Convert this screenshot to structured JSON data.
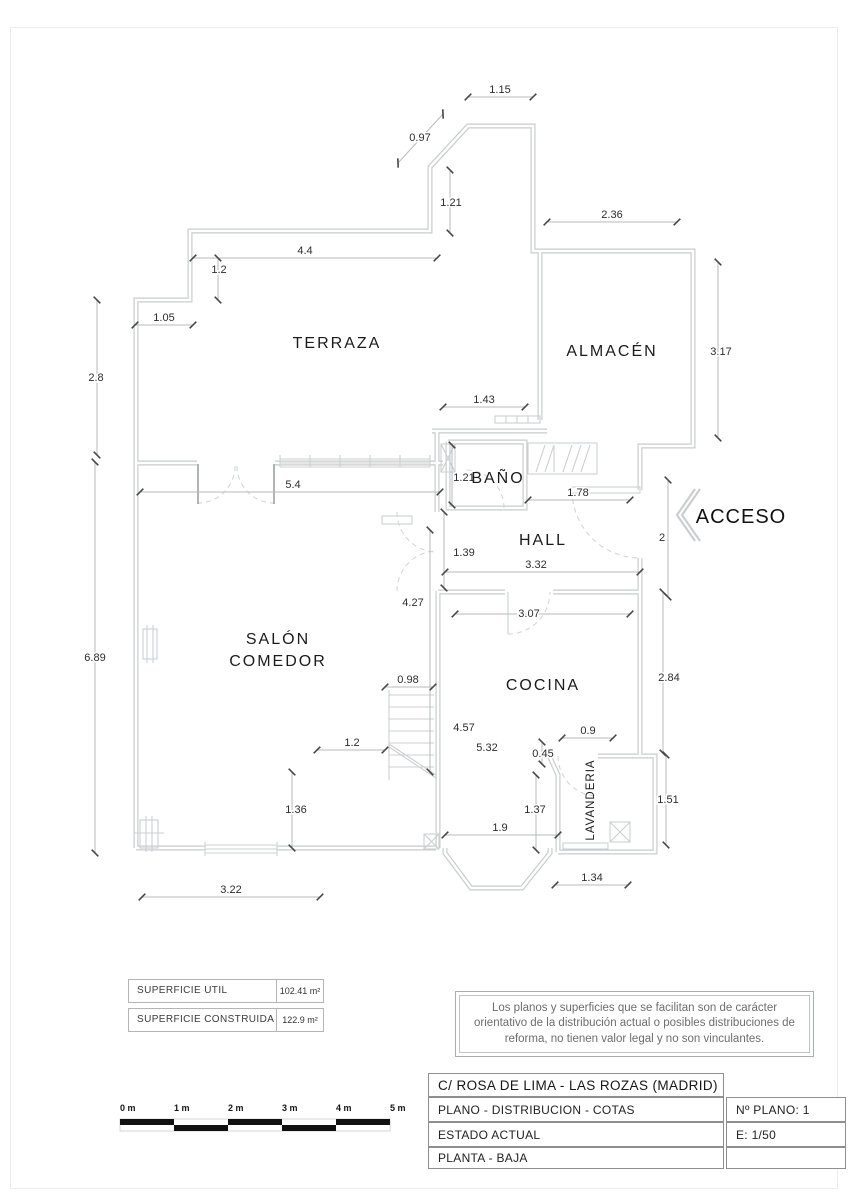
{
  "plan": {
    "rooms": {
      "terraza": "TERRAZA",
      "almacen": "ALMACÉN",
      "bano": "BAÑO",
      "hall": "HALL",
      "acceso": "ACCESO",
      "salon_line1": "SALÓN",
      "salon_line2": "COMEDOR",
      "cocina": "COCINA",
      "lavanderia": "LAVANDERIA"
    },
    "dims": [
      "1.15",
      "0.97",
      "1.21",
      "2.36",
      "4.4",
      "1.2",
      "1.05",
      "2.8",
      "3.17",
      "1.43",
      "1.21",
      "1.78",
      "2",
      "5.4",
      "1.39",
      "3.32",
      "4.27",
      "3.07",
      "6.89",
      "0.98",
      "2.84",
      "4.57",
      "5.32",
      "0.9",
      "0.45",
      "1.2",
      "1.36",
      "1.37",
      "1.51",
      "1.9",
      "3.22",
      "1.34"
    ]
  },
  "surface": {
    "rows": [
      {
        "label": "SUPERFICIE UTIL",
        "value": "102.41 m²"
      },
      {
        "label": "SUPERFICIE CONSTRUIDA",
        "value": "122.9 m²"
      }
    ]
  },
  "disclaimer": "Los planos y superficies que se facilitan son de carácter orientativo de la distribución actual o posibles distribuciones de reforma, no tienen valor legal y no son vinculantes.",
  "scale": {
    "labels": [
      "0 m",
      "1 m",
      "2 m",
      "3 m",
      "4 m",
      "5 m"
    ]
  },
  "title": {
    "address": "C/  ROSA DE LIMA - LAS ROZAS   (MADRID)",
    "rows": [
      {
        "label": "PLANO   -   DISTRIBUCION - COTAS",
        "value": "Nº PLANO:  1"
      },
      {
        "label": "ESTADO  ACTUAL",
        "value": "E: 1/50"
      },
      {
        "label": "PLANTA - BAJA",
        "value": ""
      }
    ]
  }
}
